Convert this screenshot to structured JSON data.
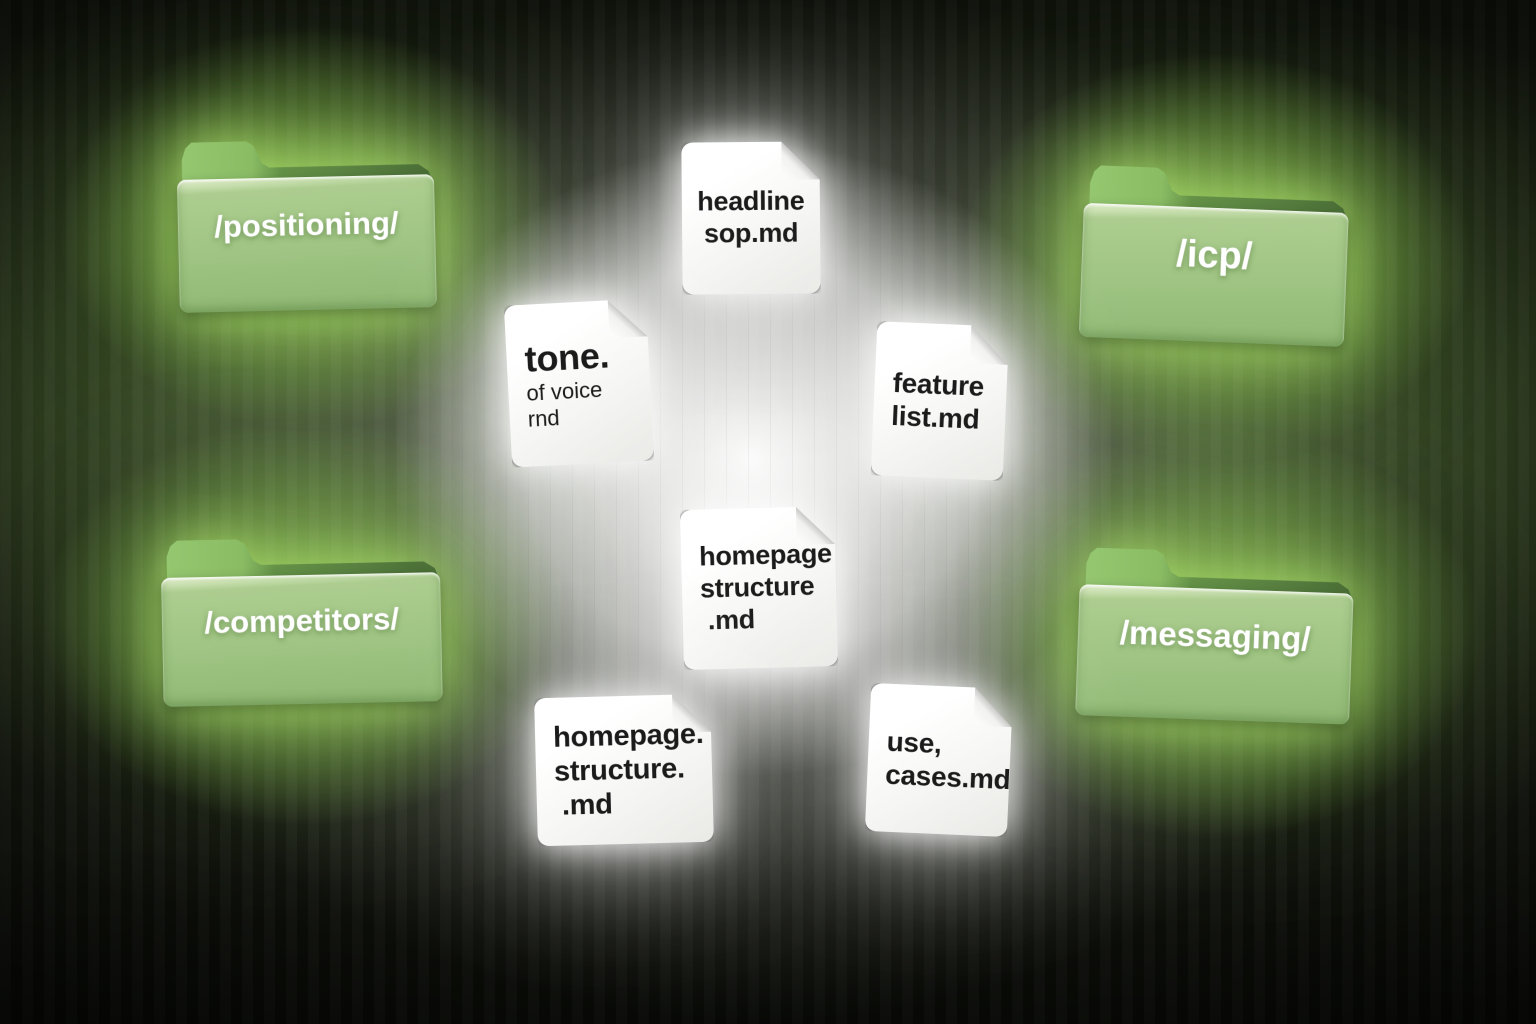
{
  "folders": [
    {
      "label": "/positioning/"
    },
    {
      "label": "/icp/"
    },
    {
      "label": "/competitors/"
    },
    {
      "label": "/messaging/"
    }
  ],
  "files": [
    {
      "lines": [
        "headline",
        "sop.md"
      ]
    },
    {
      "lines": [
        "tone.",
        "of voice rnd"
      ]
    },
    {
      "lines": [
        "feature",
        "list.md"
      ]
    },
    {
      "lines": [
        "homepage",
        "structure",
        ".md"
      ]
    },
    {
      "lines": [
        "homepage.",
        "structure.",
        ".md"
      ]
    },
    {
      "lines": [
        "use,",
        "cases.md"
      ]
    }
  ],
  "icons": {
    "folder": "css-green-folder-with-tab",
    "document": "css-white-page-with-folded-corner"
  },
  "colors": {
    "folder_body_green": "#9fc483",
    "folder_tab_green": "#649247",
    "folder_glow_green": "#a8da69",
    "file_background": "#fafaf8",
    "file_text": "#1b1b1b",
    "center_glow": "#ffffff",
    "background_dark": "#11160c"
  }
}
